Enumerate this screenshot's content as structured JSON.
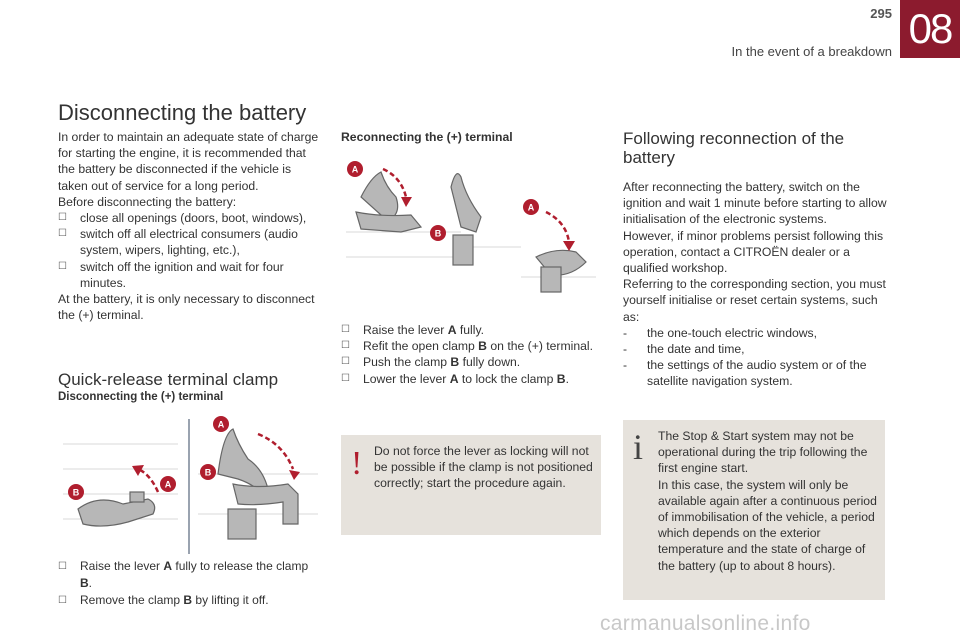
{
  "header": {
    "page_number": "295",
    "section_title": "In the event of a breakdown",
    "chapter": "08"
  },
  "title": "Disconnecting the battery",
  "intro": {
    "para1": "In order to maintain an adequate state of charge for starting the engine, it is recommended that the battery be disconnected if the vehicle is taken out of service for a long period.",
    "before_label": "Before disconnecting the battery:",
    "bullets": [
      "close all openings (doors, boot, windows),",
      "switch off all electrical consumers (audio system, wipers, lighting, etc.),",
      "switch off the ignition and wait for four minutes."
    ],
    "para2": "At the battery, it is only necessary to disconnect the (+) terminal."
  },
  "quick_release": {
    "title": "Quick-release terminal clamp",
    "disconnecting_label": "Disconnecting the (+) terminal",
    "steps": [
      {
        "pre": "Raise the lever ",
        "bold": "A",
        "post": " fully to release the clamp ",
        "bold2": "B",
        "post2": "."
      },
      {
        "pre": "Remove the clamp ",
        "bold": "B",
        "post": " by lifting it off.",
        "bold2": "",
        "post2": ""
      }
    ],
    "fig_labels": [
      "A",
      "B",
      "B",
      "A"
    ]
  },
  "reconnecting": {
    "label": "Reconnecting the (+) terminal",
    "fig_labels": [
      "A",
      "B",
      "A"
    ],
    "steps": [
      {
        "pre": "Raise the lever ",
        "bold": "A",
        "post": " fully.",
        "bold2": "",
        "post2": ""
      },
      {
        "pre": "Refit the open clamp ",
        "bold": "B",
        "post": " on the (+) terminal.",
        "bold2": "",
        "post2": ""
      },
      {
        "pre": "Push the clamp ",
        "bold": "B",
        "post": " fully down.",
        "bold2": "",
        "post2": ""
      },
      {
        "pre": "Lower the lever ",
        "bold": "A",
        "post": " to lock the clamp ",
        "bold2": "B",
        "post2": "."
      }
    ]
  },
  "warning": {
    "icon": "!",
    "text": "Do not force the lever as locking will not be possible if the clamp is not positioned correctly; start the procedure again."
  },
  "following": {
    "title": "Following reconnection of the battery",
    "para1": "After reconnecting the battery, switch on the ignition and wait 1 minute before starting to allow initialisation of the electronic systems.",
    "para2": "However, if minor problems persist following this operation, contact a CITROËN dealer or a qualified workshop.",
    "para3": "Referring to the corresponding section, you must yourself initialise or reset certain systems, such as:",
    "dashes": [
      "the one-touch electric windows,",
      "the date and time,",
      "the settings of the audio system or of the satellite navigation system."
    ]
  },
  "info": {
    "icon": "i",
    "para1": "The Stop & Start system may not be operational during the trip following the first engine start.",
    "para2": "In this case, the system will only be available again after a continuous period of immobilisation of the vehicle, a period which depends on the exterior temperature and the state of charge of the battery (up to about 8 hours)."
  },
  "watermark": "carmanualsonline.info",
  "colors": {
    "chapter_tab": "#8c1b2e",
    "label_red": "#b01e2e",
    "box_bg": "#e6e2dc"
  }
}
